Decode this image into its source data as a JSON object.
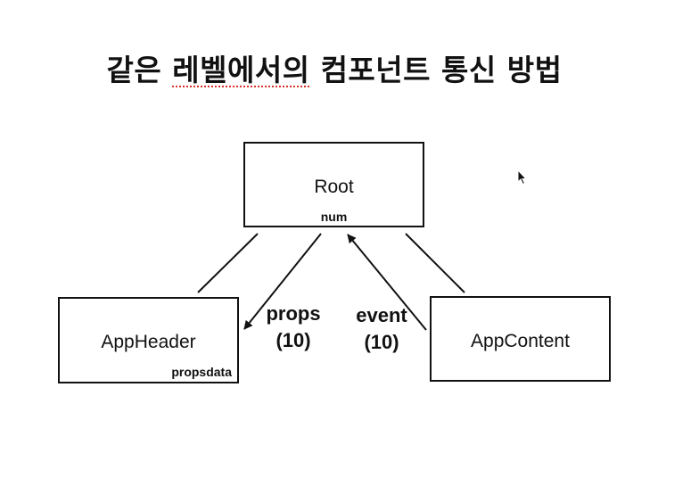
{
  "title": {
    "before": "같은 ",
    "spell": "레벨에서의",
    "after": " 컴포넌트 통신 방법"
  },
  "nodes": {
    "root": {
      "label": "Root",
      "data": "num"
    },
    "app_header": {
      "label": "AppHeader",
      "data": "propsdata"
    },
    "app_content": {
      "label": "AppContent"
    }
  },
  "edges": {
    "props": {
      "name": "props",
      "value": "(10)"
    },
    "event": {
      "name": "event",
      "value": "(10)"
    }
  },
  "colors": {
    "line": "#111111",
    "spellcheck": "#d93025"
  },
  "icons": {
    "cursor": "mouse-pointer-icon"
  }
}
